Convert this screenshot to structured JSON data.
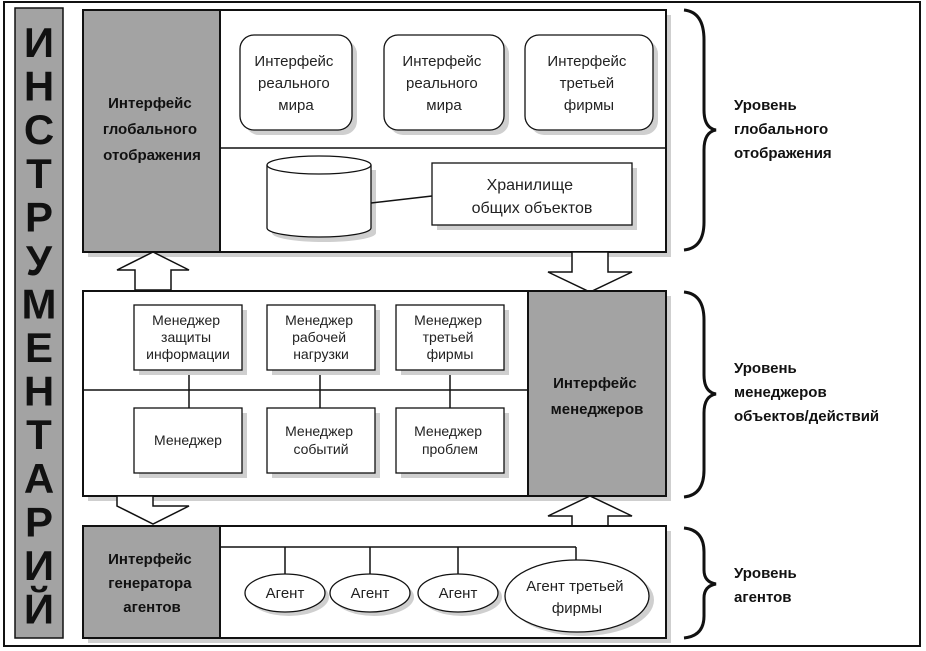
{
  "sidebar": {
    "letters": [
      "И",
      "Н",
      "С",
      "Т",
      "Р",
      "У",
      "М",
      "Е",
      "Н",
      "Т",
      "А",
      "Р",
      "И",
      "Й"
    ]
  },
  "global_block": {
    "interface_label": [
      "Интерфейс",
      "глобального",
      "отображения"
    ],
    "real_world_1": [
      "Интерфейс",
      "реального",
      "мира"
    ],
    "real_world_2": [
      "Интерфейс",
      "реального",
      "мира"
    ],
    "third_party": [
      "Интерфейс",
      "третьей",
      "фирмы"
    ],
    "storage": [
      "Хранилище",
      "общих объектов"
    ]
  },
  "manager_block": {
    "security": [
      "Менеджер",
      "защиты",
      "информации"
    ],
    "workload": [
      "Менеджер",
      "рабочей",
      "нагрузки"
    ],
    "third_party": [
      "Менеджер",
      "третьей",
      "фирмы"
    ],
    "generic": [
      "Менеджер"
    ],
    "events": [
      "Менеджер",
      "событий"
    ],
    "problems": [
      "Менеджер",
      "проблем"
    ],
    "interface_label": [
      "Интерфейс",
      "менеджеров"
    ]
  },
  "agent_block": {
    "interface_label": [
      "Интерфейс",
      "генератора",
      "агентов"
    ],
    "agents": [
      "Агент",
      "Агент",
      "Агент"
    ],
    "third_party_agent": [
      "Агент третьей",
      "фирмы"
    ]
  },
  "levels": {
    "global": [
      "Уровень",
      "глобального",
      "отображения"
    ],
    "managers": [
      "Уровень",
      "менеджеров",
      "объектов/действий"
    ],
    "agents": [
      "Уровень",
      "агентов"
    ]
  },
  "colors": {
    "gray_fill": "#a3a3a3",
    "line": "#111111",
    "shadow": "#cfcfcf"
  }
}
